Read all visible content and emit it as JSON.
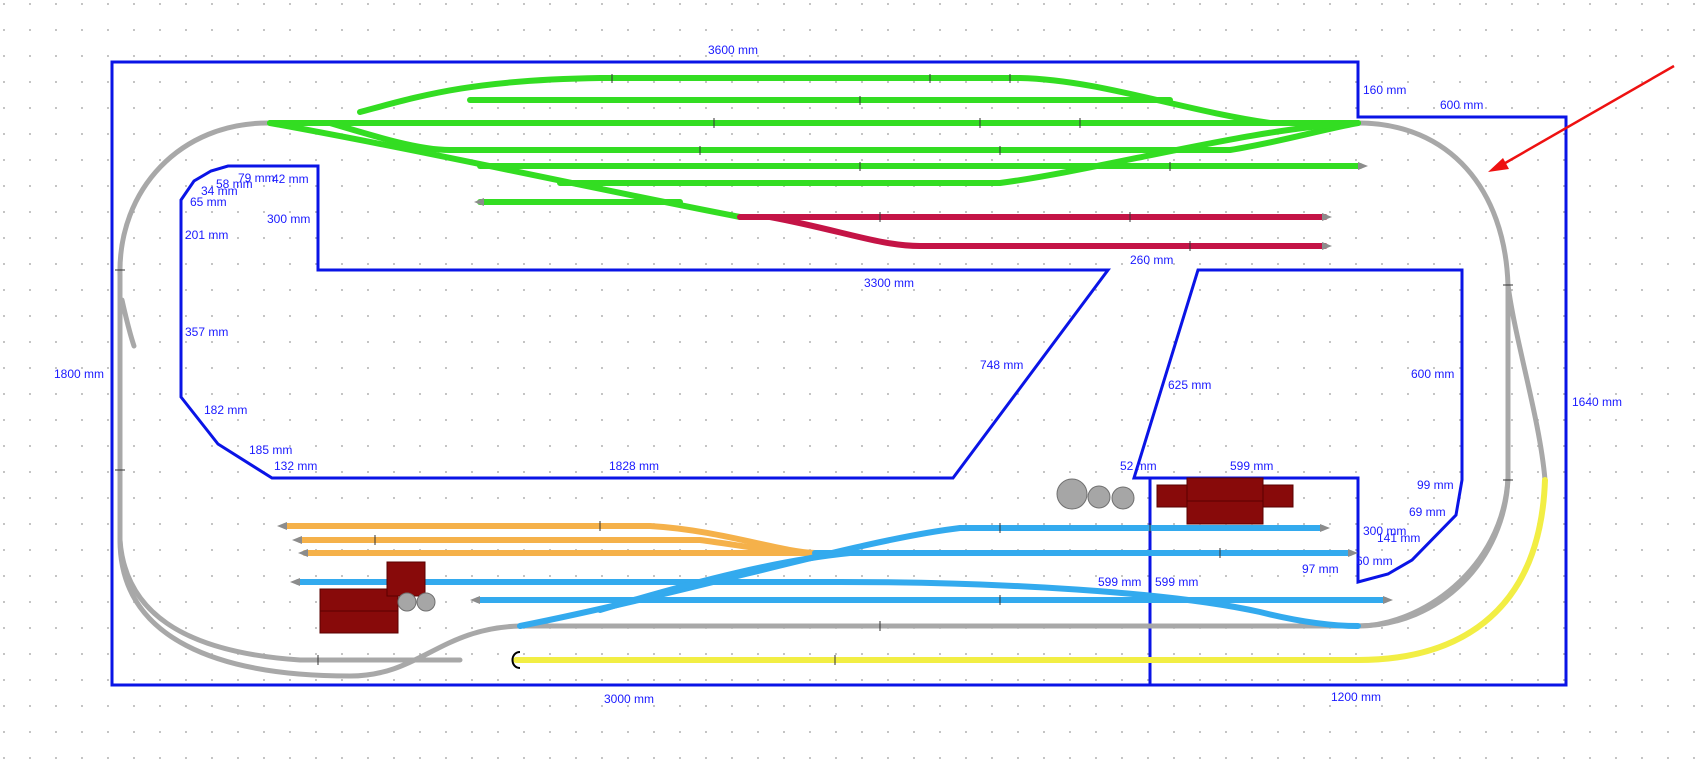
{
  "colors": {
    "outline": "#0a14e6",
    "gray_track": "#a8a8a8",
    "green_track": "#33dd22",
    "crimson_track": "#c41446",
    "orange_track": "#f5b14a",
    "blue_track": "#33aaee",
    "yellow_track": "#f2ee44",
    "building": "#880a0a",
    "arrow": "#ee1111"
  },
  "dimensions": {
    "top_width": "3600 mm",
    "top_right_step": "160 mm",
    "top_right_width": "600 mm",
    "left_height": "1800 mm",
    "right_height": "1640 mm",
    "bottom_left_width": "3000 mm",
    "bottom_right_width": "1200 mm",
    "inner_top_width": "3300 mm",
    "inner_notch_width": "260 mm",
    "inner_left_height": "300 mm",
    "inner_corner_a": "79 mm",
    "inner_corner_b": "58 mm",
    "inner_corner_c": "42 mm",
    "inner_corner_d": "34 mm",
    "inner_corner_e": "65 mm",
    "inner_left_1": "201 mm",
    "inner_left_2": "357 mm",
    "inner_left_3": "182 mm",
    "inner_left_4": "185 mm",
    "inner_left_5": "132 mm",
    "inner_bottom": "1828 mm",
    "inner_diag_1": "748 mm",
    "inner_diag_2": "625 mm",
    "inner_step": "52 mm",
    "inner_right_top": "599 mm",
    "inner_right_height": "600 mm",
    "inner_right_1": "99 mm",
    "inner_right_2": "69 mm",
    "inner_right_3": "300 mm",
    "inner_right_4": "141 mm",
    "inner_right_5": "60 mm",
    "inner_right_6": "97 mm",
    "lower_overlap_1": "599 mm",
    "lower_overlap_2": "599 mm"
  }
}
